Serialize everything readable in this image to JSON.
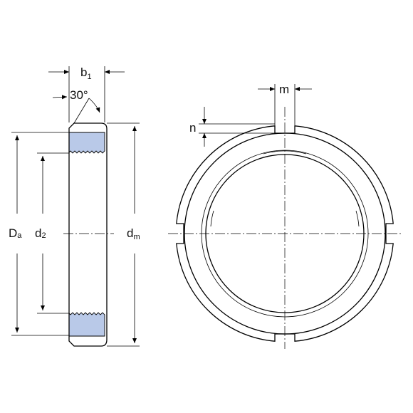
{
  "labels": {
    "b1": {
      "main": "b",
      "sub": "1"
    },
    "angle": "30°",
    "Da": {
      "main": "D",
      "sub": "a"
    },
    "d2": {
      "main": "d",
      "sub": "2"
    },
    "dm": {
      "main": "d",
      "sub": "m"
    },
    "m": "m",
    "n": "n"
  },
  "colors": {
    "thread_fill": "#b9c9e8",
    "line": "#000000"
  }
}
